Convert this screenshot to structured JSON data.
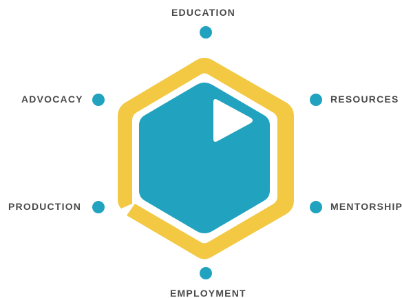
{
  "colors": {
    "teal": "#21a3bf",
    "yellow": "#f3c843",
    "label": "#4a4a4a",
    "background": "#ffffff",
    "play": "#ffffff"
  },
  "icons": {
    "center": "hexagon-play-icon",
    "nodes": "circle-dot-icon"
  },
  "nodes": {
    "top": "EDUCATION",
    "upper_left": "ADVOCACY",
    "upper_right": "RESOURCES",
    "lower_left": "PRODUCTION",
    "lower_right": "MENTORSHIP",
    "bottom": "EMPLOYMENT"
  }
}
